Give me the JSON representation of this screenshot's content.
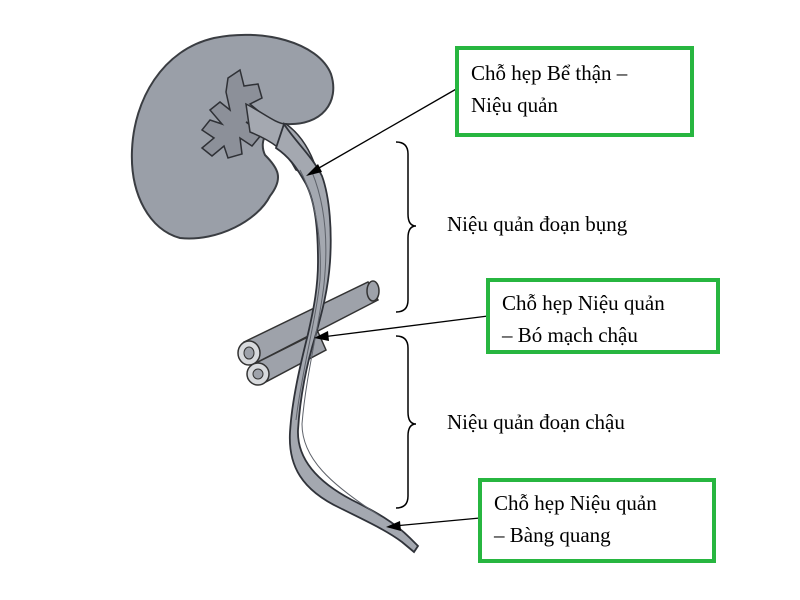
{
  "labels": {
    "renal_pelvis_junction": {
      "line1": "Chỗ hẹp Bể thận –",
      "line2": "Niệu quản"
    },
    "abdominal_ureter": "Niệu quản đoạn bụng",
    "iliac_crossing": {
      "line1": "Chỗ hẹp Niệu quản",
      "line2": "– Bó mạch chậu"
    },
    "pelvic_ureter": "Niệu quản đoạn chậu",
    "vesicoureteral_junction": {
      "line1": "Chỗ hẹp Niệu quản",
      "line2": "– Bàng quang"
    }
  },
  "colors": {
    "kidney_fill": "#9a9fa8",
    "kidney_stroke": "#3a3d42",
    "ureter_fill": "#a4a8b0",
    "box_border": "#27b640",
    "line": "#000000"
  }
}
